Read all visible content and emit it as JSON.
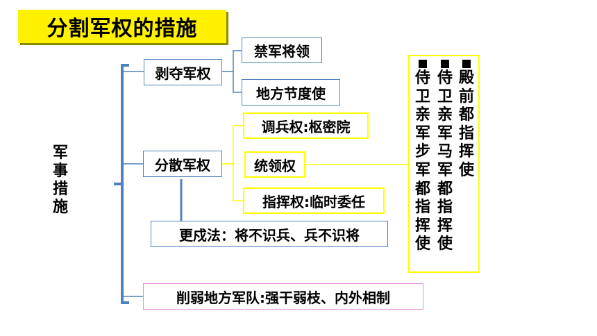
{
  "title": "分割军权的措施",
  "side_label": "军事措施",
  "nodes": {
    "strip_power": "剥夺军权",
    "imperial_guard_generals": "禁军将领",
    "jiedushi": "地方节度使",
    "disperse_power": "分散军权",
    "dispatch_power": "调兵权:枢密院",
    "command_power": "统领权",
    "direct_power": "指挥权:临时委任",
    "rotation_law": "更戍法：将不识兵、兵不识将",
    "weaken_local": "削弱地方军队:强干弱枝、内外相制"
  },
  "three_offices": [
    {
      "text": "殿前都指挥使"
    },
    {
      "text": "侍卫亲军马军都指挥使"
    },
    {
      "text": "侍卫亲军步军都指挥使"
    }
  ],
  "colors": {
    "title_bg": "#fff100",
    "line_blue": "#4f81bd",
    "line_yellow": "#ffff00",
    "border_magenta": "#e38fd8"
  }
}
